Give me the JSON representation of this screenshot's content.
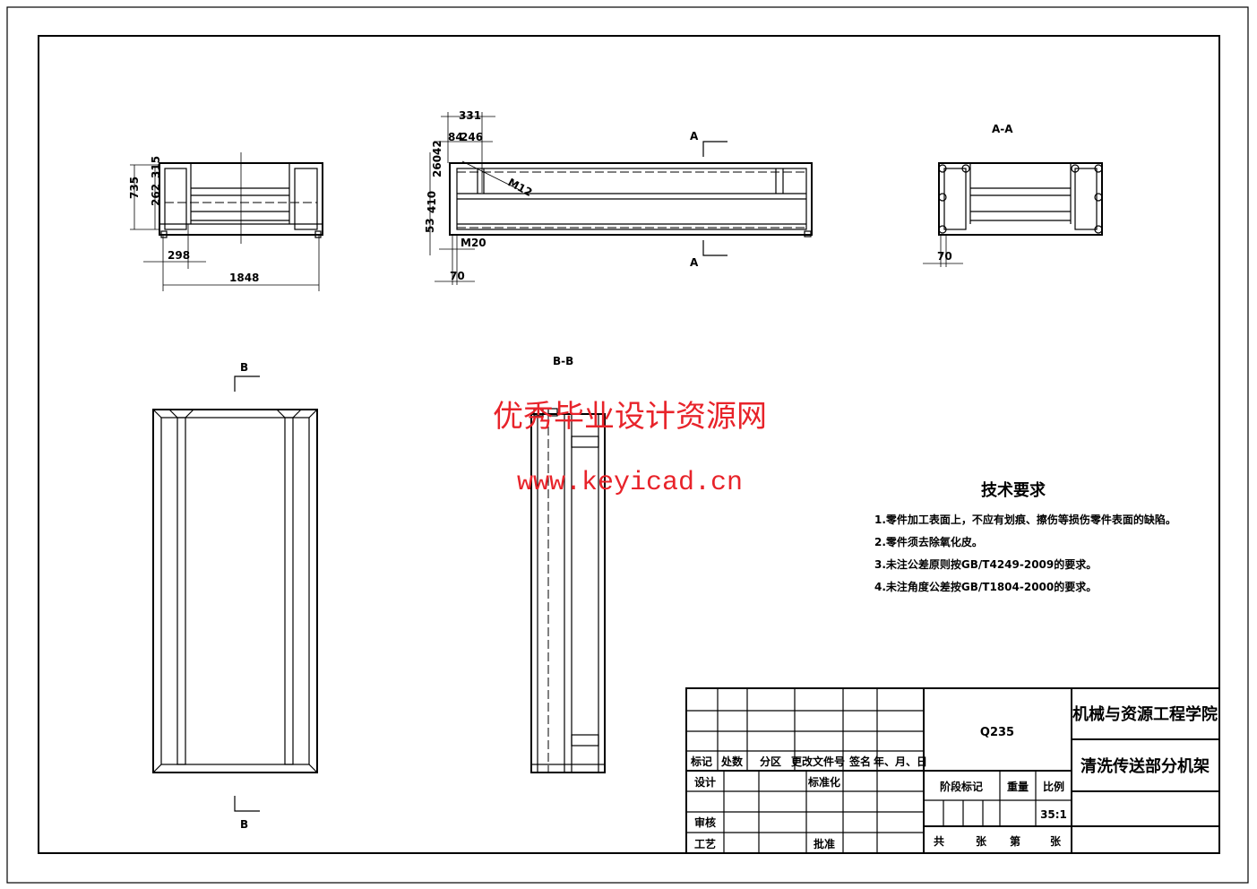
{
  "drawing": {
    "dims_front": {
      "d735": "735",
      "d315": "315",
      "d262": "262",
      "d298": "298",
      "d1848": "1848"
    },
    "dims_side": {
      "d331": "331",
      "d84": "84",
      "d246": "246",
      "d26042": "26042",
      "d53": "53",
      "d410": "410",
      "m12": "M12",
      "m20": "M20",
      "d70": "70"
    },
    "dims_aa": {
      "d70": "70"
    },
    "section_a": "A",
    "section_aa_label": "A-A",
    "section_b": "B",
    "section_bb_label": "B-B"
  },
  "watermark": {
    "title": "优秀毕业设计资源网",
    "url": "www.keyicad.cn",
    "color": "#e8232a"
  },
  "tech_requirements": {
    "title": "技术要求",
    "items": [
      "1.零件加工表面上，不应有划痕、擦伤等损伤零件表面的缺陷。",
      "2.零件须去除氧化皮。",
      "3.未注公差原则按GB/T4249-2009的要求。",
      "4.未注角度公差按GB/T1804-2000的要求。"
    ]
  },
  "title_block": {
    "headers": [
      "标记",
      "处数",
      "分区",
      "更改文件号",
      "签名",
      "年、月、日"
    ],
    "design": "设计",
    "standard": "标准化",
    "review": "审核",
    "process": "工艺",
    "approve": "批准",
    "material": "Q235",
    "stage": "阶段标记",
    "weight": "重量",
    "scale_label": "比例",
    "scale": "35:1",
    "total": "共",
    "sheets": "张",
    "sheet_no": "第",
    "sheet": "张",
    "institution": "机械与资源工程学院",
    "part_name": "清洗传送部分机架"
  }
}
